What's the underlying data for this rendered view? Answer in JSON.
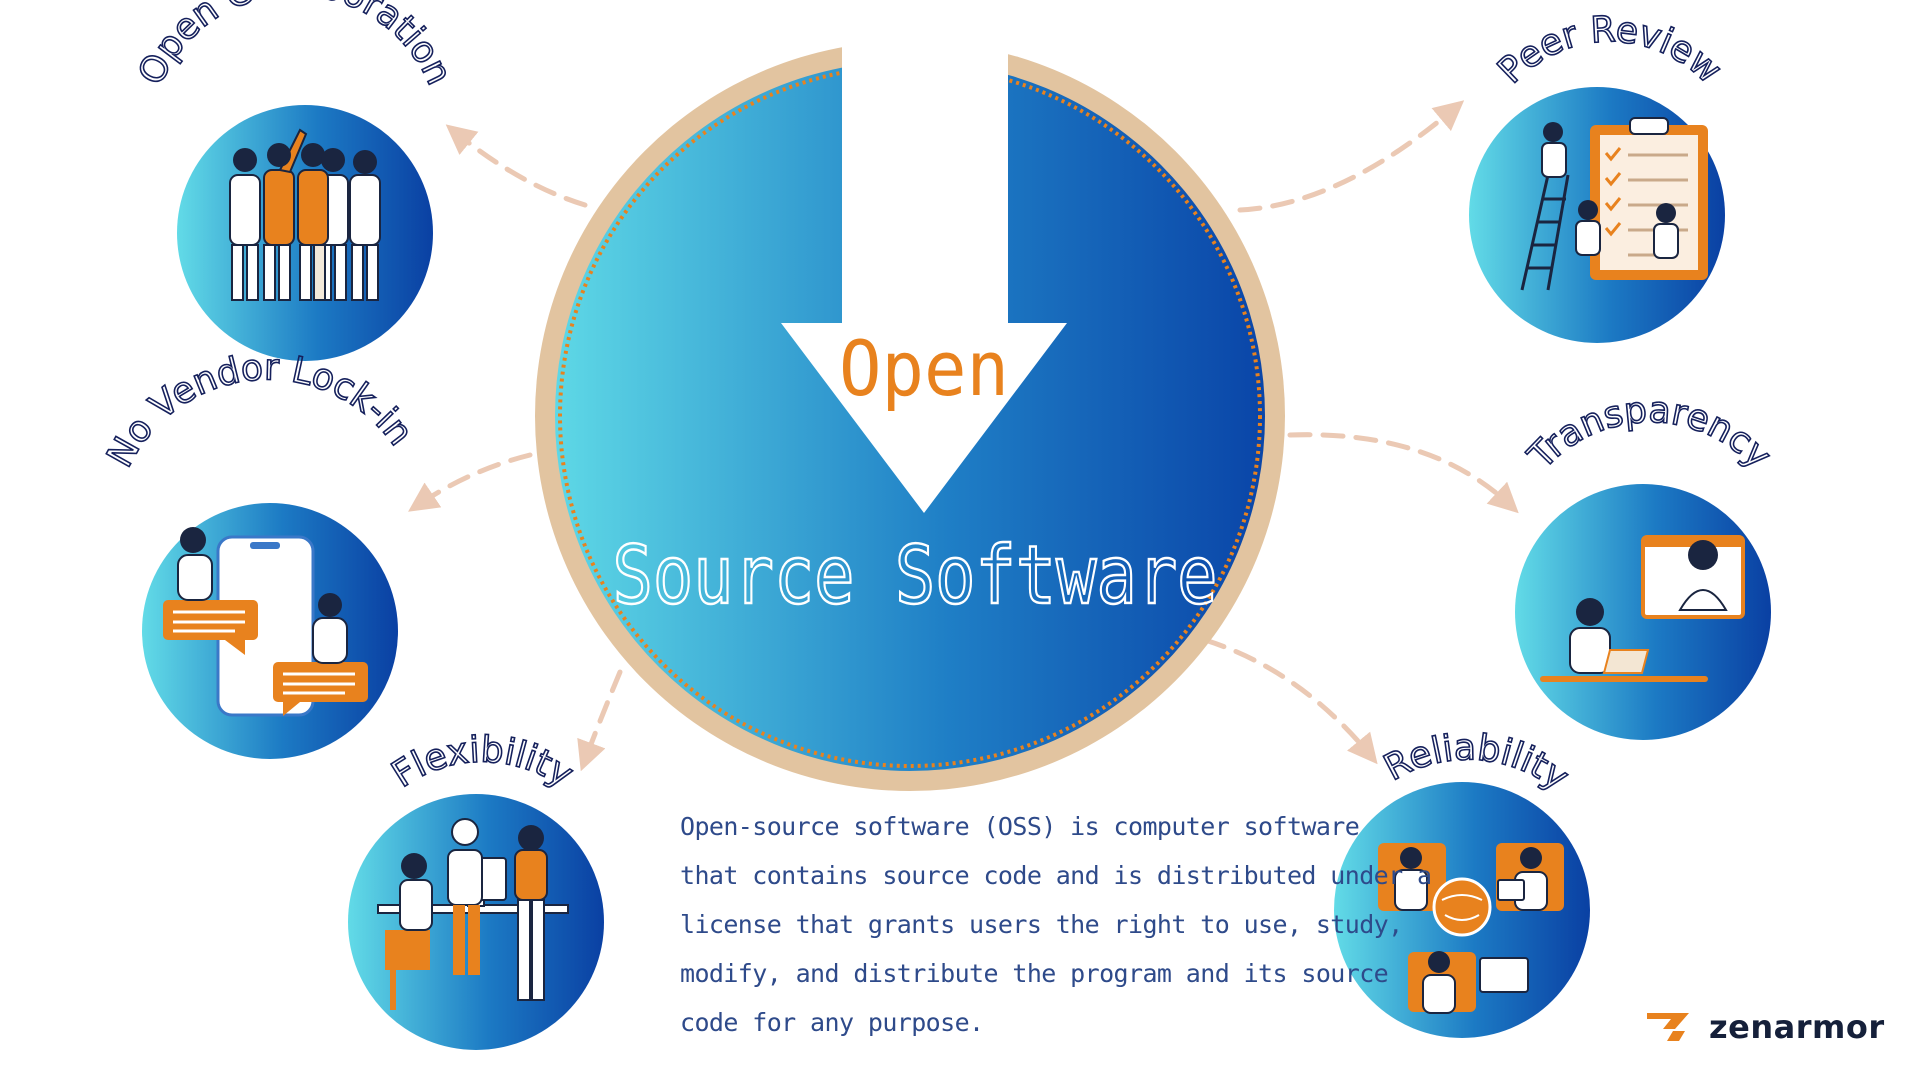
{
  "center": {
    "word_open": "Open",
    "word_source": "Source Software"
  },
  "features": [
    {
      "id": "open-collaboration",
      "label": "Open Collaboration"
    },
    {
      "id": "no-vendor-lock-in",
      "label": "No Vendor Lock-in"
    },
    {
      "id": "flexibility",
      "label": "Flexibility"
    },
    {
      "id": "peer-review",
      "label": "Peer Review"
    },
    {
      "id": "transparency",
      "label": "Transparency"
    },
    {
      "id": "reliability",
      "label": "Reliability"
    }
  ],
  "description": {
    "lines": [
      "Open-source software (OSS) is computer software",
      "that contains source code and is distributed under a",
      "license that grants users the right to use, study,",
      "modify, and distribute the program and its source",
      "code for any purpose."
    ]
  },
  "brand": {
    "name": "zenarmor"
  },
  "colors": {
    "gradient_start": "#5dd6e4",
    "gradient_end": "#0a45a8",
    "ring": "#e2c4a0",
    "accent": "#e8821e",
    "arrow": "#ebc9b4",
    "label": "#15205c"
  },
  "icons": [
    "people-celebrating-icon",
    "smartphone-chat-icon",
    "team-at-desk-icon",
    "clipboard-checklist-icon",
    "video-call-icon",
    "network-collaboration-icon"
  ]
}
